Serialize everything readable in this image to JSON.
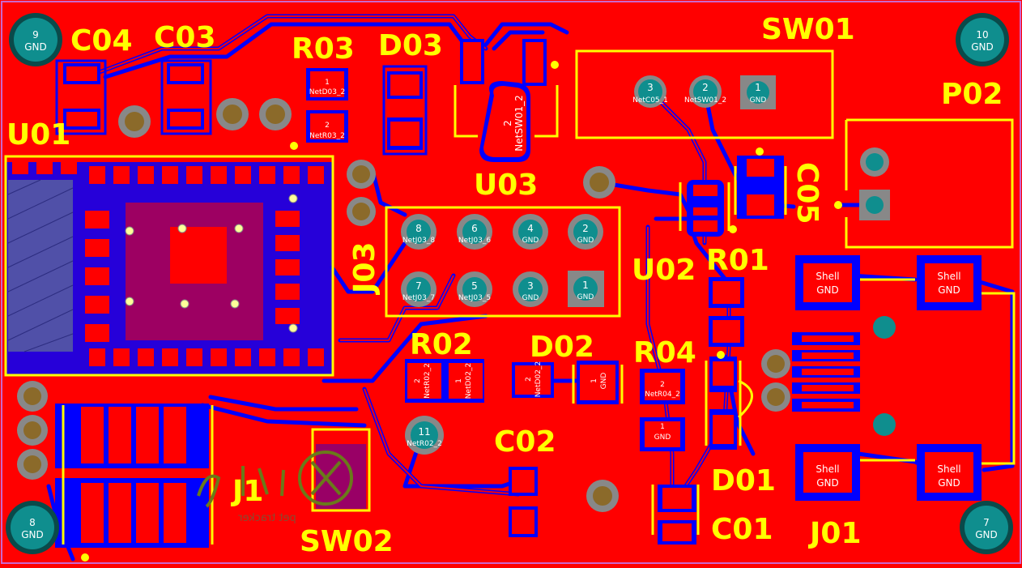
{
  "colors": {
    "copper_top": "#ff0000",
    "copper_bottom": "#0000ff",
    "silkscreen": "#ffff00",
    "pad_ring": "#888888",
    "via_fill": "#8b6a2a",
    "tp_fill": "#0f8e8e",
    "tp_ring": "#0a4a4a",
    "board_edge": "#cc66cc"
  },
  "designators": {
    "c04": "C04",
    "c03": "C03",
    "r03": "R03",
    "d03": "D03",
    "sw01": "SW01",
    "p02": "P02",
    "u01": "U01",
    "u03": "U03",
    "c05": "C05",
    "j03": "J03",
    "u02": "U02",
    "r01": "R01",
    "r02": "R02",
    "d02": "D02",
    "r04": "R04",
    "c02": "C02",
    "d01": "D01",
    "c01": "C01",
    "j01": "J01",
    "j1": "J1",
    "sw02": "SW02"
  },
  "mounting_holes": [
    {
      "num": "9",
      "net": "GND"
    },
    {
      "num": "10",
      "net": "GND"
    },
    {
      "num": "8",
      "net": "GND"
    },
    {
      "num": "7",
      "net": "GND"
    }
  ],
  "sw01_pins": [
    {
      "num": "3",
      "net": "NetC05_1"
    },
    {
      "num": "2",
      "net": "NetSW01_2"
    },
    {
      "num": "1",
      "net": "GND"
    }
  ],
  "u03_pins": [
    {
      "num": "8",
      "net": "NetJ03_8"
    },
    {
      "num": "6",
      "net": "NetJ03_6"
    },
    {
      "num": "4",
      "net": "GND"
    },
    {
      "num": "2",
      "net": "GND"
    },
    {
      "num": "7",
      "net": "NetJ03_7"
    },
    {
      "num": "5",
      "net": "NetJ03_5"
    },
    {
      "num": "3",
      "net": "GND"
    },
    {
      "num": "1",
      "net": "GND"
    }
  ],
  "r03_pads": [
    {
      "num": "1",
      "net": "NetD03_2"
    },
    {
      "num": "2",
      "net": "NetR03_2"
    }
  ],
  "d03_pad": {
    "num": "2",
    "net": "NetSW01_2"
  },
  "r02_pads": [
    {
      "num": "2",
      "net": "NetR02_2"
    },
    {
      "num": "1",
      "net": "NetD02_2"
    }
  ],
  "d02_pads": [
    {
      "num": "2",
      "net": "NetD02_2"
    },
    {
      "num": "1",
      "net": "GND"
    }
  ],
  "r04_pads": [
    {
      "num": "2",
      "net": "NetR04_2"
    },
    {
      "num": "1",
      "net": "GND"
    }
  ],
  "tp11": {
    "num": "11",
    "net": "NetR02_2"
  },
  "j01_shells": [
    {
      "l1": "Shell",
      "l2": "GND"
    },
    {
      "l1": "Shell",
      "l2": "GND"
    },
    {
      "l1": "Shell",
      "l2": "GND"
    },
    {
      "l1": "Shell",
      "l2": "GND"
    }
  ],
  "logo_subtext": "pet tracker"
}
